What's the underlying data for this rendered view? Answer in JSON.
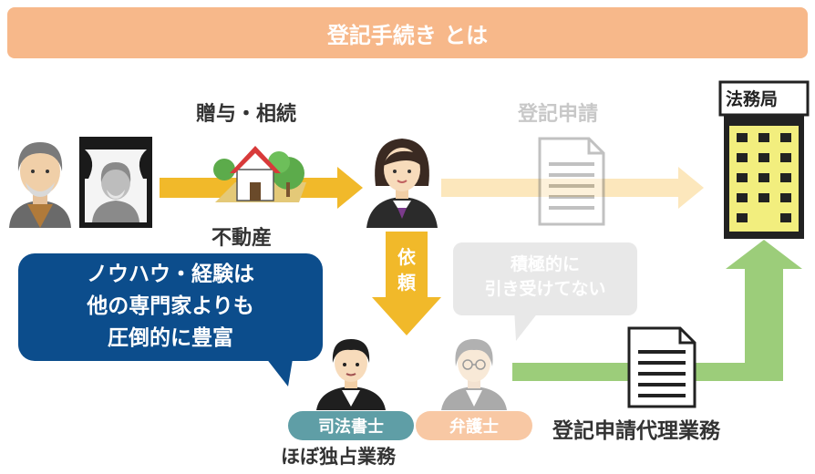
{
  "banner": {
    "title": "登記手続き とは"
  },
  "labels": {
    "gift_inherit": "贈与・相続",
    "real_estate": "不動産",
    "registration_application": "登記申請",
    "legal_affairs_bureau": "法務局",
    "request_line1": "依",
    "request_line2": "頼",
    "exclusive_business": "ほぼ独占業務",
    "agency_service": "登記申請代理業務"
  },
  "callouts": {
    "knowhow_line1": "ノウハウ・経験は",
    "knowhow_line2": "他の専門家よりも",
    "knowhow_line3": "圧倒的に豊富",
    "lawyer_line1": "積極的に",
    "lawyer_line2": "引き受けてない"
  },
  "tags": {
    "judicial_scrivener": "司法書士",
    "lawyer": "弁護士"
  },
  "colors": {
    "banner": "#f7b88a",
    "arrow_yellow": "#f1b92a",
    "arrow_light": "#fbe3b0",
    "arrow_green": "#9ccd7a",
    "callout_blue": "#0c4d8c",
    "tag_teal": "#5f9ea6",
    "tag_peach": "#f8c8a4",
    "building": "#f2ee7e"
  },
  "icons": [
    "elderly-person-icon",
    "memorial-portrait-icon",
    "house-icon",
    "woman-client-icon",
    "document-icon",
    "building-icon",
    "judicial-scrivener-icon",
    "lawyer-icon"
  ]
}
